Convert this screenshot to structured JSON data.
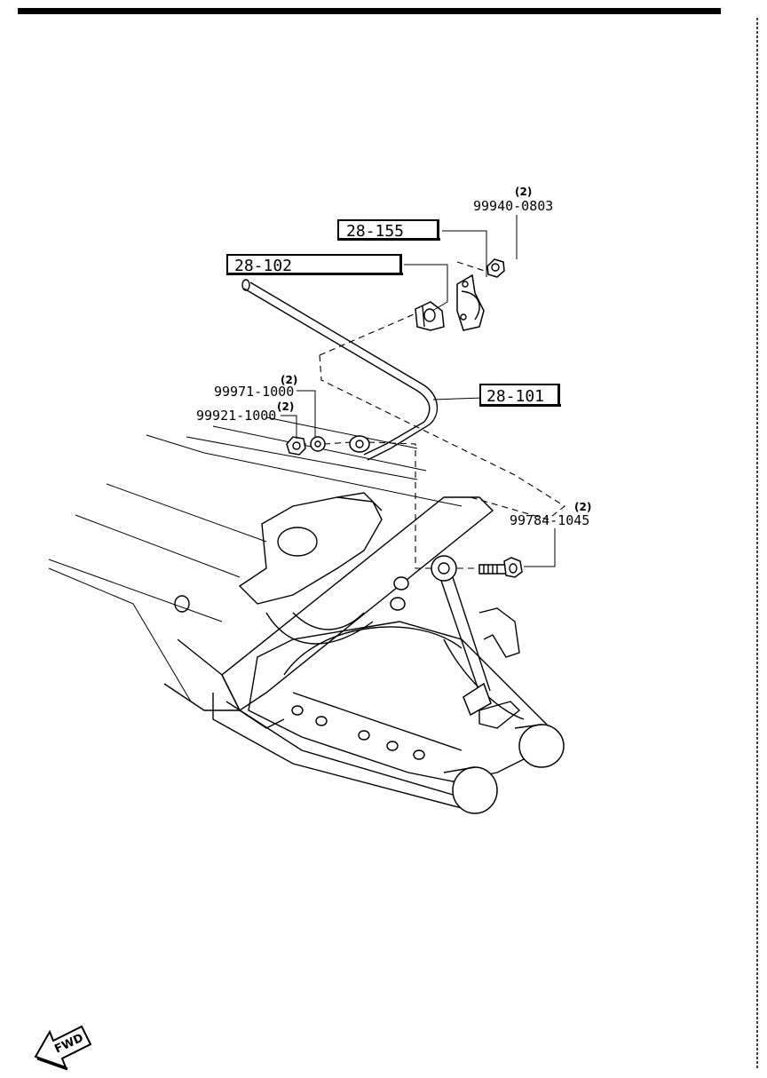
{
  "callouts": [
    {
      "id": "nut-top",
      "part": "99940-0803",
      "qty": "(2)"
    },
    {
      "id": "nut-left",
      "part": "99921-1000",
      "qty": "(2)"
    },
    {
      "id": "washer-left",
      "part": "99971-1000",
      "qty": "(2)"
    },
    {
      "id": "bolt-right",
      "part": "99784-1045",
      "qty": "(2)"
    }
  ],
  "refs": [
    {
      "id": "bracket",
      "label": "28-155"
    },
    {
      "id": "bushing",
      "label": "28-102"
    },
    {
      "id": "stabilizer",
      "label": "28-101"
    }
  ],
  "fwd_label": "FWD"
}
